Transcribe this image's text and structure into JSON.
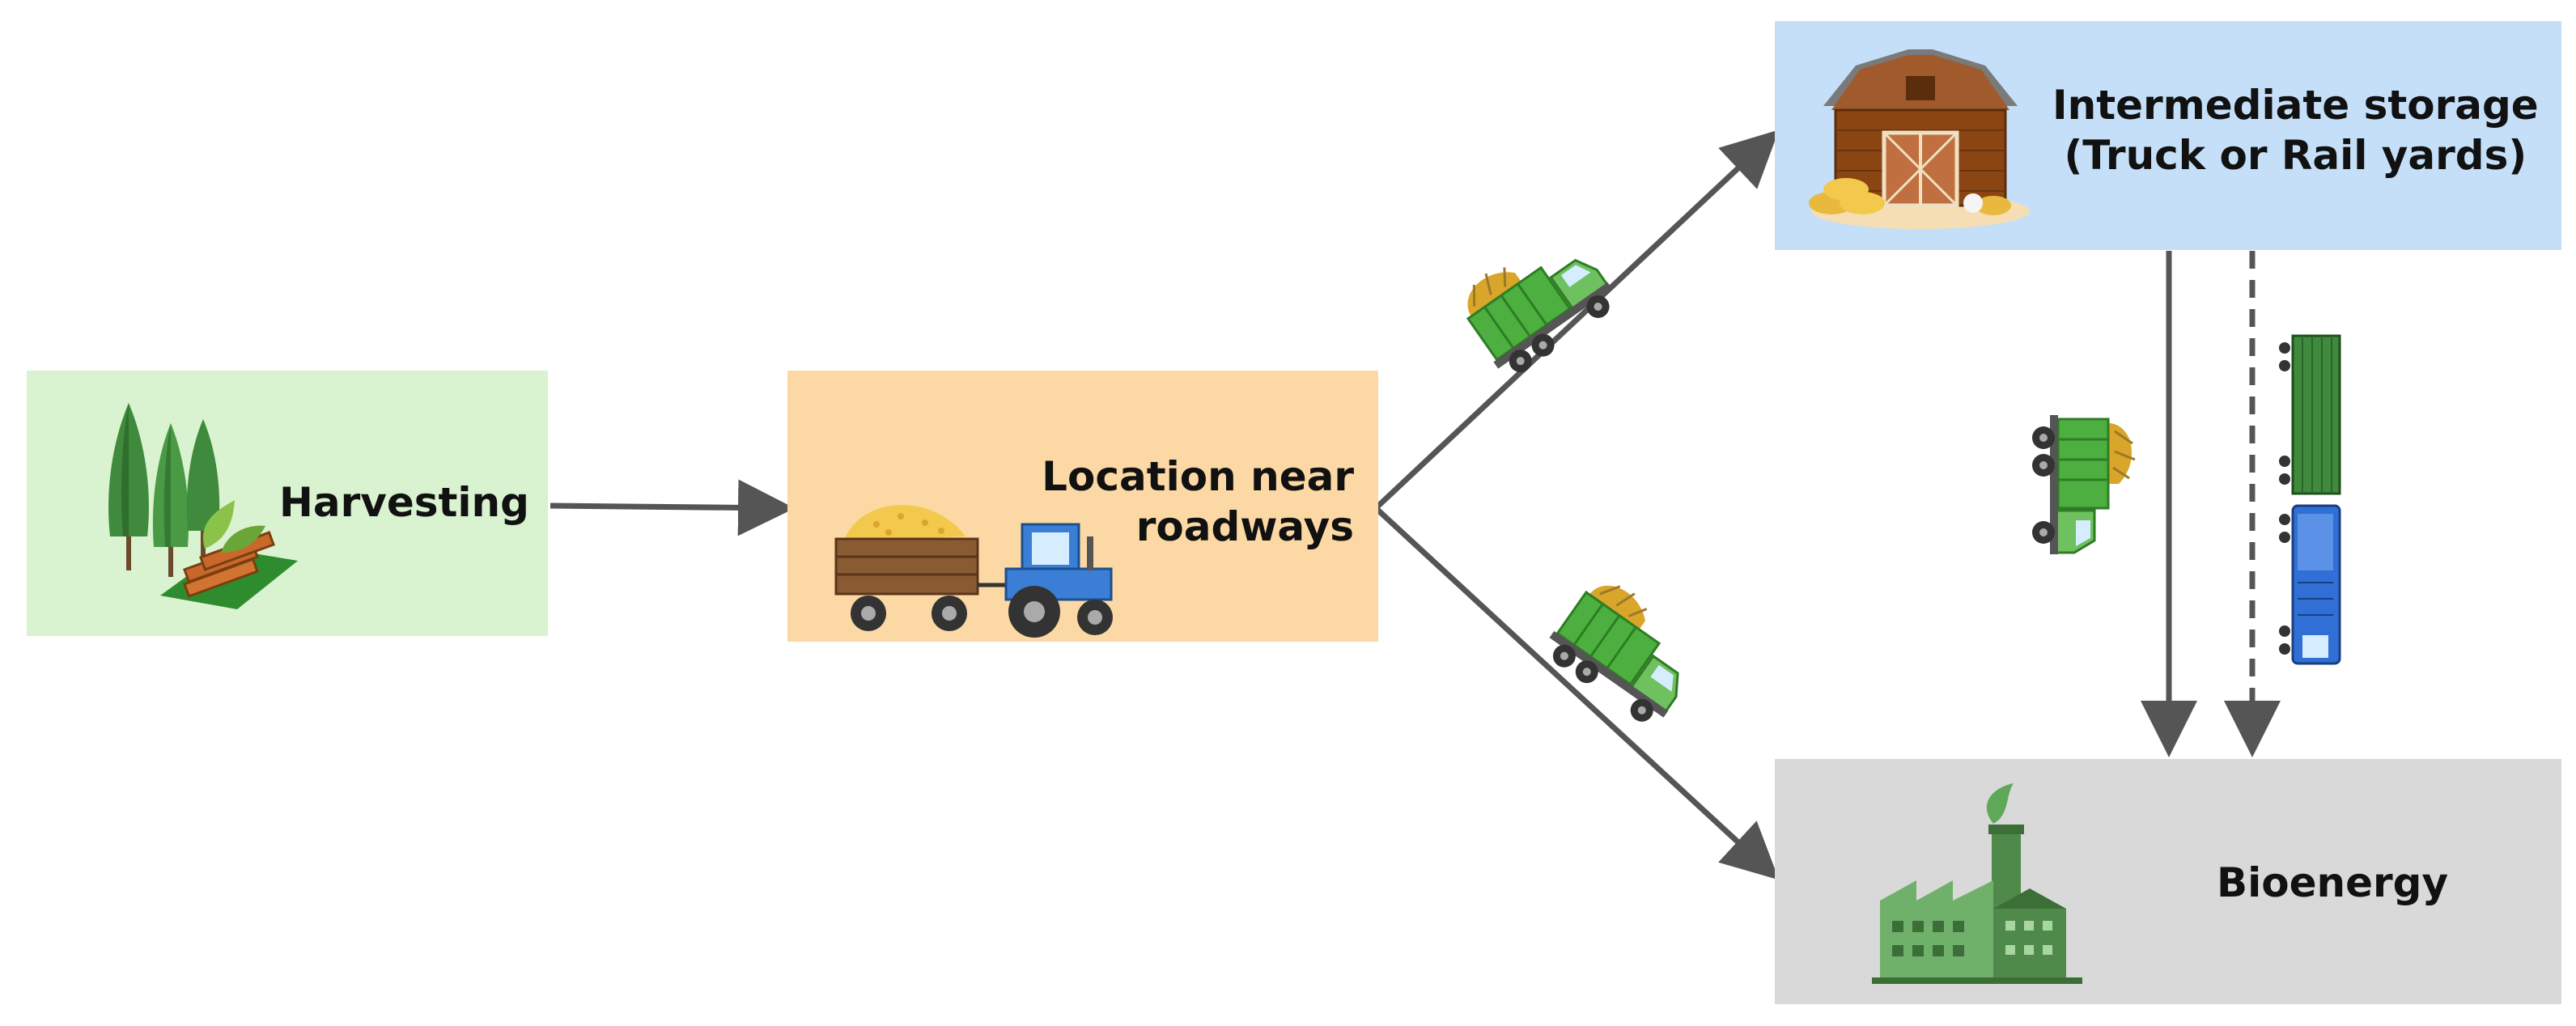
{
  "nodes": {
    "harvesting": {
      "label": "Harvesting"
    },
    "roadways": {
      "line1": "Location near",
      "line2": "roadways"
    },
    "storage": {
      "line1": "Intermediate storage",
      "line2": "(Truck or Rail yards)"
    },
    "bioenergy": {
      "label": "Bioenergy"
    }
  },
  "colors": {
    "harvesting_fill": "#d9f2d0",
    "roadways_fill": "#fcd9a4",
    "storage_fill": "#c5dff8",
    "bioenergy_fill": "#d9d9d9",
    "arrow": "#555555",
    "truck_green": "#4caf3f",
    "train_blue": "#2f6fd6"
  },
  "icons": {
    "trees": "trees-with-logs-icon",
    "tractor": "tractor-with-hay-trailer-icon",
    "barn": "barn-icon",
    "factory": "factory-icon",
    "truck": "dump-truck-icon",
    "train": "train-icon"
  }
}
